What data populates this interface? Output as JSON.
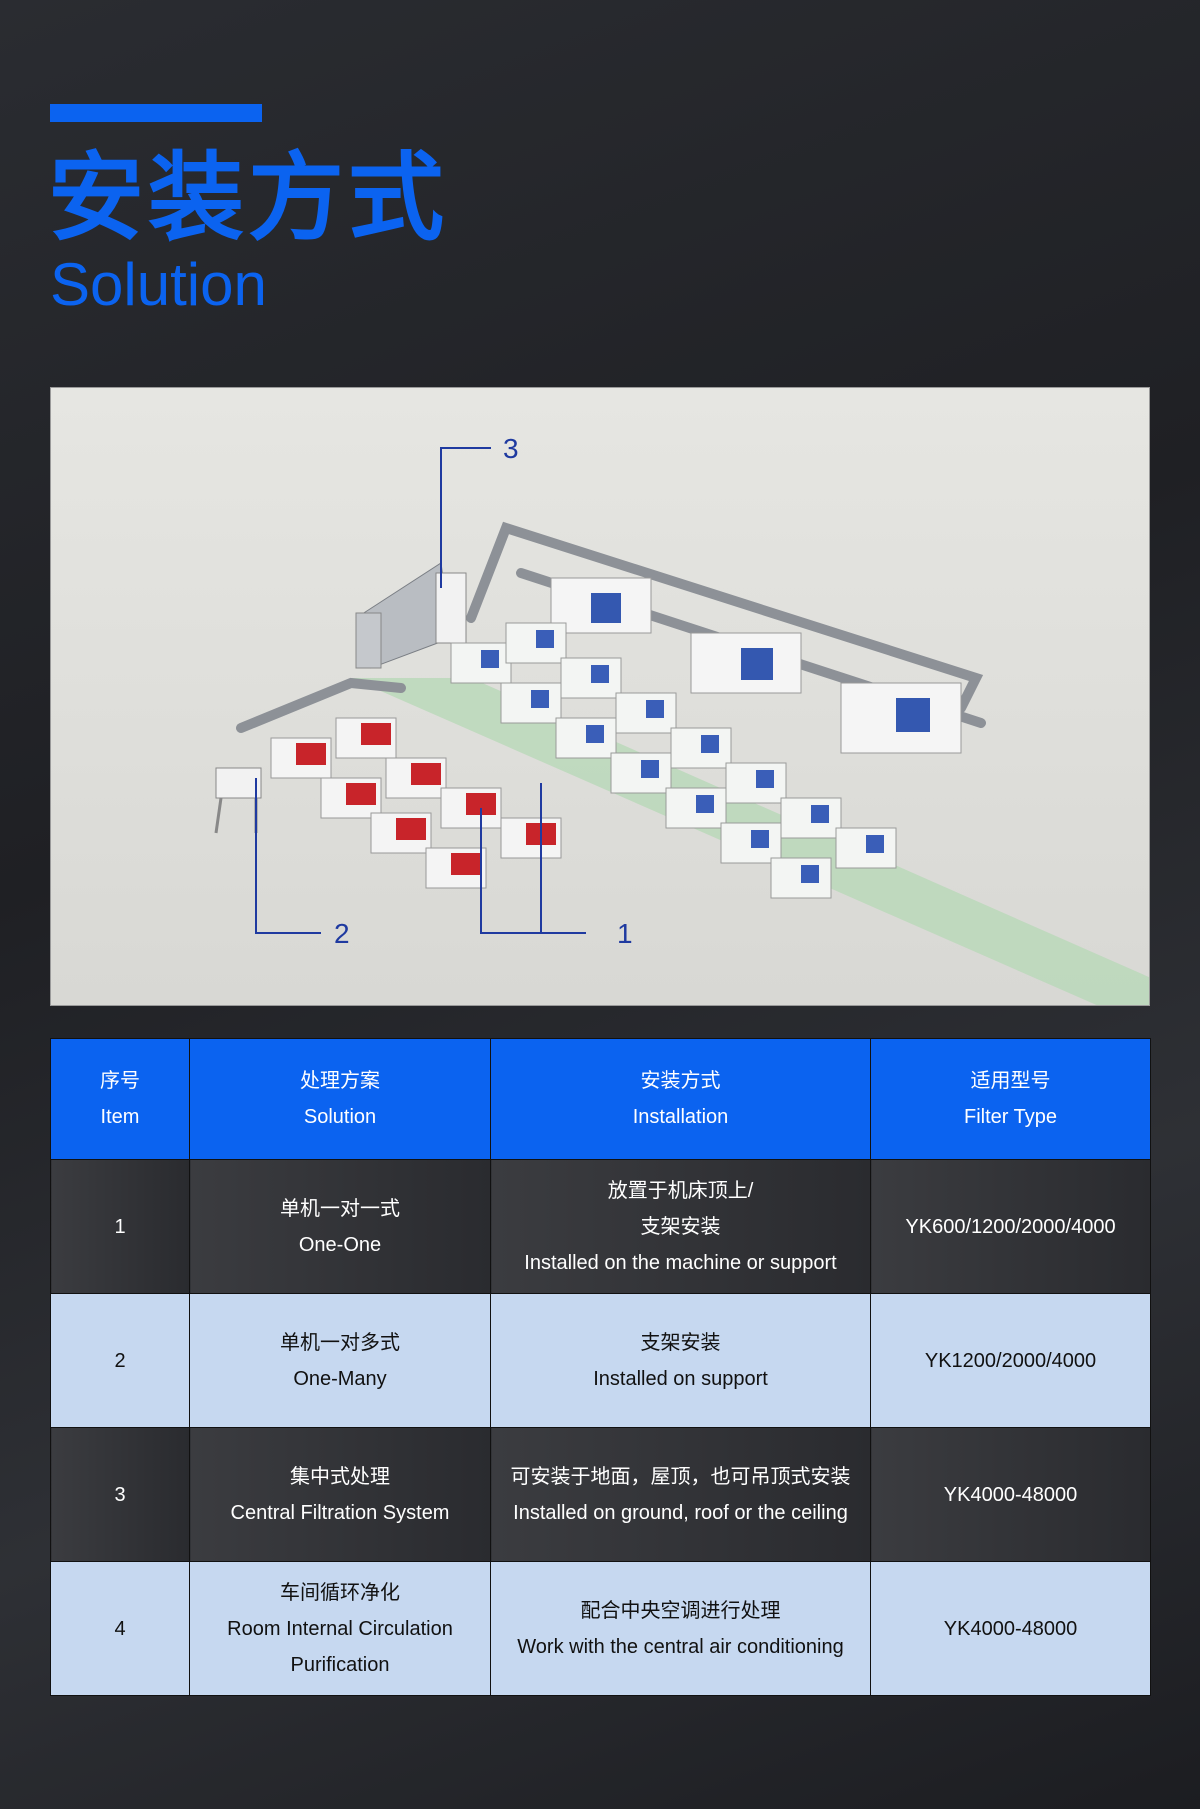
{
  "header": {
    "title_cn": "安装方式",
    "title_en": "Solution"
  },
  "diagram": {
    "callouts": [
      "3",
      "2",
      "1"
    ]
  },
  "table": {
    "headers": [
      {
        "cn": "序号",
        "en": "Item"
      },
      {
        "cn": "处理方案",
        "en": "Solution"
      },
      {
        "cn": "安装方式",
        "en": "Installation"
      },
      {
        "cn": "适用型号",
        "en": "Filter Type"
      }
    ],
    "rows": [
      {
        "item": "1",
        "solution": [
          "单机一对一式",
          "One-One"
        ],
        "installation": [
          "放置于机床顶上/",
          "支架安装",
          "Installed on the machine or support"
        ],
        "filter": "YK600/1200/2000/4000"
      },
      {
        "item": "2",
        "solution": [
          "单机一对多式",
          "One-Many"
        ],
        "installation": [
          "支架安装",
          "Installed on support"
        ],
        "filter": "YK1200/2000/4000"
      },
      {
        "item": "3",
        "solution": [
          "集中式处理",
          "Central Filtration System"
        ],
        "installation": [
          "可安装于地面，屋顶，也可吊顶式安装",
          "Installed on ground, roof or the ceiling"
        ],
        "filter": "YK4000-48000"
      },
      {
        "item": "4",
        "solution": [
          "车间循环净化",
          "Room Internal Circulation",
          "Purification"
        ],
        "installation": [
          "配合中央空调进行处理",
          "Work with the central air conditioning"
        ],
        "filter": "YK4000-48000"
      }
    ]
  },
  "colors": {
    "accent": "#0b63f0",
    "row_light": "#c6d8f0",
    "row_dark": "#323337",
    "callout": "#1f3aa0"
  }
}
